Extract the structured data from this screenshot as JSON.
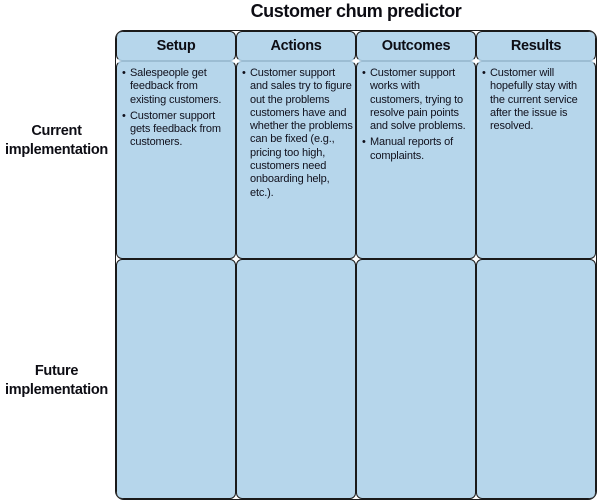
{
  "title": "Customer chum predictor",
  "colors": {
    "cell_fill": "#b6d6eb",
    "grid_border": "#1a1a1a",
    "header_separator": "#9cbdd3",
    "text": "#10101c",
    "background": "#ffffff"
  },
  "table": {
    "columns": [
      "Setup",
      "Actions",
      "Outcomes",
      "Results"
    ],
    "rows": [
      {
        "label": "Current implementation",
        "cells": [
          {
            "bullets": [
              "Salespeople get feedback from existing customers.",
              "Customer support gets feedback from customers."
            ]
          },
          {
            "bullets": [
              "Customer support and sales try to figure out the problems customers have and whether the problems can be fixed (e.g., pricing too high, customers need onboarding help, etc.)."
            ]
          },
          {
            "bullets": [
              "Customer support works with customers, trying to resolve pain points and solve problems.",
              "Manual reports of complaints."
            ]
          },
          {
            "bullets": [
              "Customer will hopefully stay with the current service after the issue is resolved."
            ]
          }
        ]
      },
      {
        "label": "Future implementation",
        "cells": [
          {
            "bullets": []
          },
          {
            "bullets": []
          },
          {
            "bullets": []
          },
          {
            "bullets": []
          }
        ]
      }
    ]
  }
}
